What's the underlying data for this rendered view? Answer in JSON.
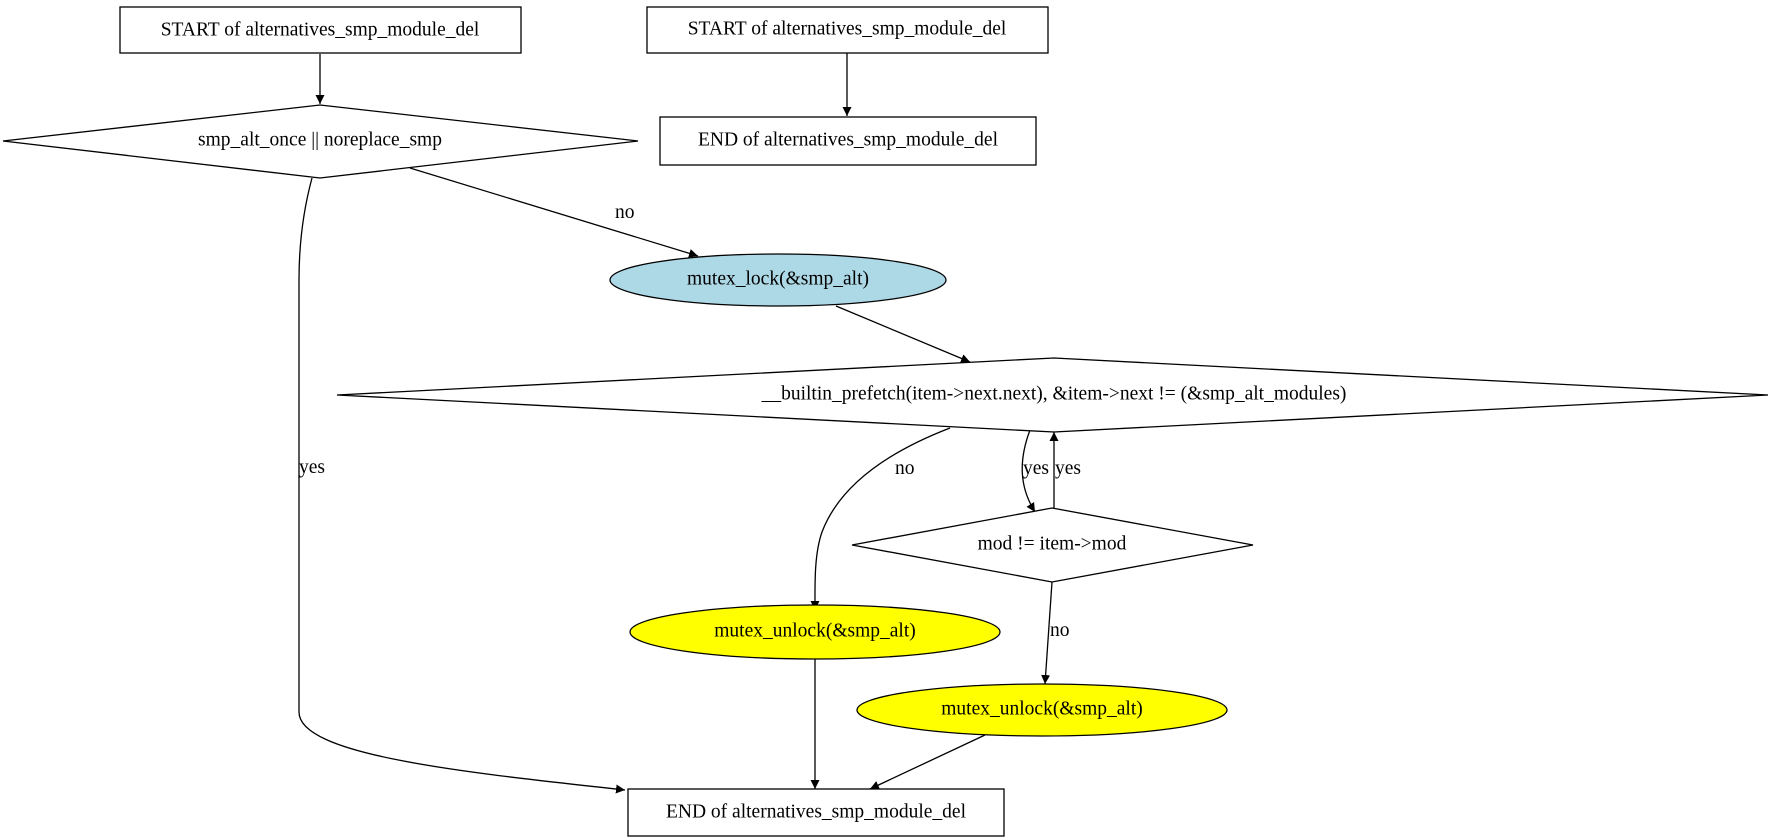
{
  "colors": {
    "background": "#ffffff",
    "stroke": "#000000",
    "lock_fill": "#add8e6",
    "unlock_fill": "#ffff00",
    "plain_fill": "#ffffff"
  },
  "nodes": {
    "start_main": {
      "label": "START of alternatives_smp_module_del"
    },
    "cond_once": {
      "label": "smp_alt_once || noreplace_smp"
    },
    "lock": {
      "label": "mutex_lock(&smp_alt)"
    },
    "cond_loop": {
      "label": "__builtin_prefetch(item->next.next), &item->next != (&smp_alt_modules)"
    },
    "cond_mod": {
      "label": "mod != item->mod"
    },
    "unlock_a": {
      "label": "mutex_unlock(&smp_alt)"
    },
    "unlock_b": {
      "label": "mutex_unlock(&smp_alt)"
    },
    "end_main": {
      "label": "END of alternatives_smp_module_del"
    },
    "start_alt": {
      "label": "START of alternatives_smp_module_del"
    },
    "end_alt": {
      "label": "END of alternatives_smp_module_del"
    }
  },
  "edges": {
    "once_no": {
      "label": "no"
    },
    "once_yes": {
      "label": "yes"
    },
    "loop_no": {
      "label": "no"
    },
    "loop_yes": {
      "label": "yes"
    },
    "mod_yes": {
      "label": "yes"
    },
    "mod_no": {
      "label": "no"
    }
  }
}
